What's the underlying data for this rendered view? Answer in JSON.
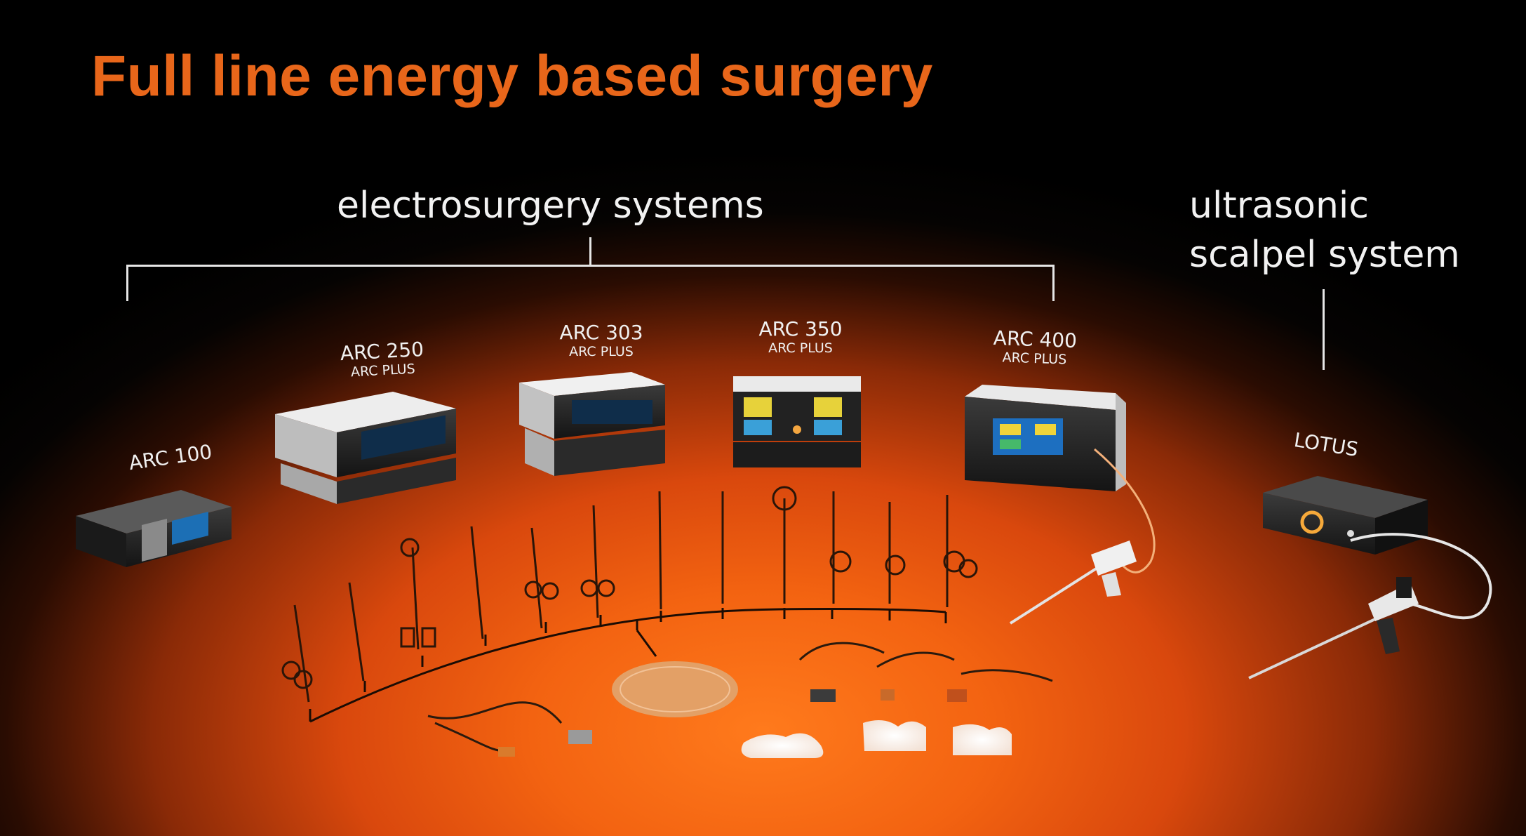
{
  "slide": {
    "title": "Full line energy based surgery",
    "electrosurgery_label": "electrosurgery systems",
    "ultrasonic_label_line1": "ultrasonic",
    "ultrasonic_label_line2": "scalpel system"
  },
  "devices": [
    {
      "name": "ARC 100",
      "sub": ""
    },
    {
      "name": "ARC 250",
      "sub": "ARC PLUS"
    },
    {
      "name": "ARC 303",
      "sub": "ARC PLUS"
    },
    {
      "name": "ARC 350",
      "sub": "ARC PLUS"
    },
    {
      "name": "ARC 400",
      "sub": "ARC PLUS"
    },
    {
      "name": "LOTUS",
      "sub": ""
    }
  ],
  "colors": {
    "title": "#e8661a",
    "text": "#f2f2f2",
    "glow": "#f36311"
  }
}
